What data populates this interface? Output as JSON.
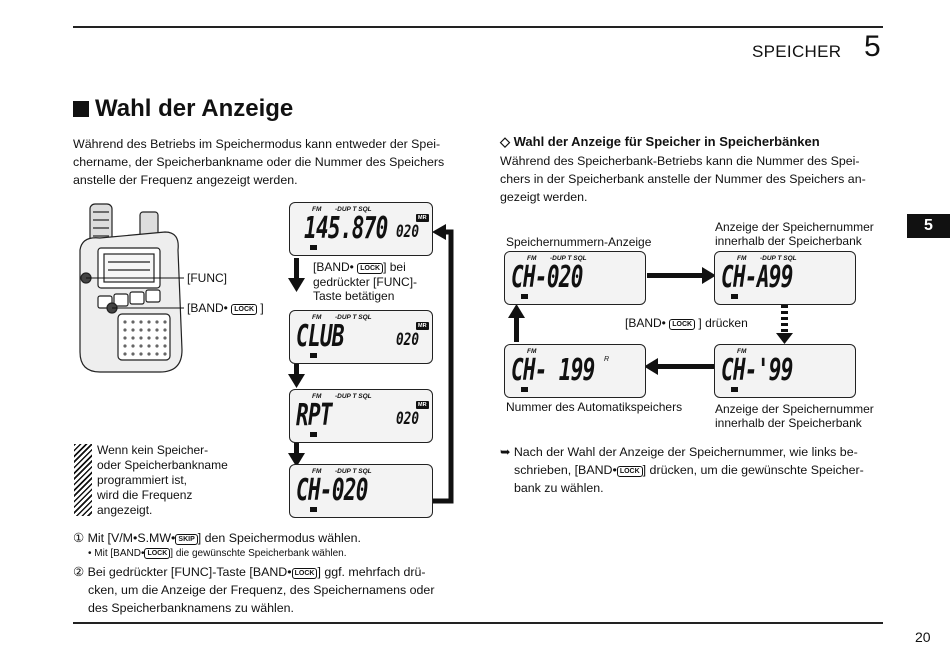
{
  "header": {
    "chapter_label": "SPEICHER",
    "chapter_number": "5",
    "tab_label": "5"
  },
  "page_number": "20",
  "section": {
    "title": "Wahl der Anzeige",
    "intro_lines": [
      "Während des Betriebs im Speichermodus kann entweder der Spei-",
      "chername, der Speicherbankname oder die Nummer des Speichers",
      "anstelle der Frequenz angezeigt werden."
    ]
  },
  "left_figure": {
    "func_label": "[FUNC]",
    "band_label_prefix": "[BAND•",
    "band_label_suffix": "]",
    "lock_key": "LOCK",
    "instruction_lines": [
      "[BAND•",
      "] bei",
      "gedrückter [FUNC]-",
      "Taste betätigen"
    ],
    "lcds": [
      {
        "mode": "FM",
        "indicators": "-DUP T SQL",
        "main": "145.870",
        "sub": "020",
        "mr": "MR"
      },
      {
        "mode": "FM",
        "indicators": "-DUP T SQL",
        "main": "CLUB",
        "sub": "020",
        "mr": "MR"
      },
      {
        "mode": "FM",
        "indicators": "-DUP T SQL",
        "main": "RPT",
        "sub": "020",
        "mr": "MR"
      },
      {
        "mode": "FM",
        "indicators": "-DUP T SQL",
        "main": "CH-020",
        "sub": "",
        "mr": ""
      }
    ]
  },
  "note": {
    "lines": [
      "Wenn kein Speicher-",
      "oder Speicherbankname",
      "programmiert ist,",
      "wird die Frequenz",
      "angezeigt."
    ]
  },
  "steps": {
    "step1_num": "①",
    "step1_a": "Mit [V/M•S.MW•",
    "step1_key": "SKIP",
    "step1_b": "] den Speichermodus wählen.",
    "step1_sub_a": "• Mit [BAND•",
    "step1_sub_key": "LOCK",
    "step1_sub_b": "] die gewünschte Speicherbank wählen.",
    "step2_num": "②",
    "step2_line1_a": "Bei gedrückter [FUNC]-Taste [BAND•",
    "step2_line1_key": "LOCK",
    "step2_line1_b": "] ggf. mehrfach drü-",
    "step2_line2": "cken, um die Anzeige der Frequenz, des Speichernamens oder",
    "step2_line3": "des Speicherbanknamens zu wählen."
  },
  "right": {
    "heading": "◇ Wahl der Anzeige für Speicher in Speicherbänken",
    "para_lines": [
      "Während des Speicherbank-Betriebs kann die Nummer des Spei-",
      "chers in der Speicherbank anstelle der Nummer des Speichers an-",
      "gezeigt werden."
    ],
    "labels": {
      "memnum": "Speichernummern-Anzeige",
      "inbank_top_1": "Anzeige der Speichernummer",
      "inbank_top_2": "innerhalb der Speicherbank",
      "press_prefix": "[BAND•",
      "press_key": "LOCK",
      "press_suffix": "] drücken",
      "auto": "Nummer des Automatikspeichers",
      "inbank_bottom_1": "Anzeige der Speichernummer",
      "inbank_bottom_2": "innerhalb der Speicherbank"
    },
    "lcds": [
      {
        "mode": "FM",
        "indicators": "-DUP T SQL",
        "main": "CH-020"
      },
      {
        "mode": "FM",
        "indicators": "-DUP T SQL",
        "main": "CH-A99"
      },
      {
        "mode": "FM",
        "indicators": "",
        "main": "CH- 199",
        "sup": "R"
      },
      {
        "mode": "FM",
        "indicators": "",
        "main": "CH-'99"
      }
    ],
    "bullet_lines": [
      "➥ Nach der Wahl der Anzeige der Speichernummer, wie links be-",
      "schrieben, [BAND•",
      "] drücken, um die gewünschte Speicher-",
      "bank zu wählen."
    ],
    "bullet_key": "LOCK"
  }
}
